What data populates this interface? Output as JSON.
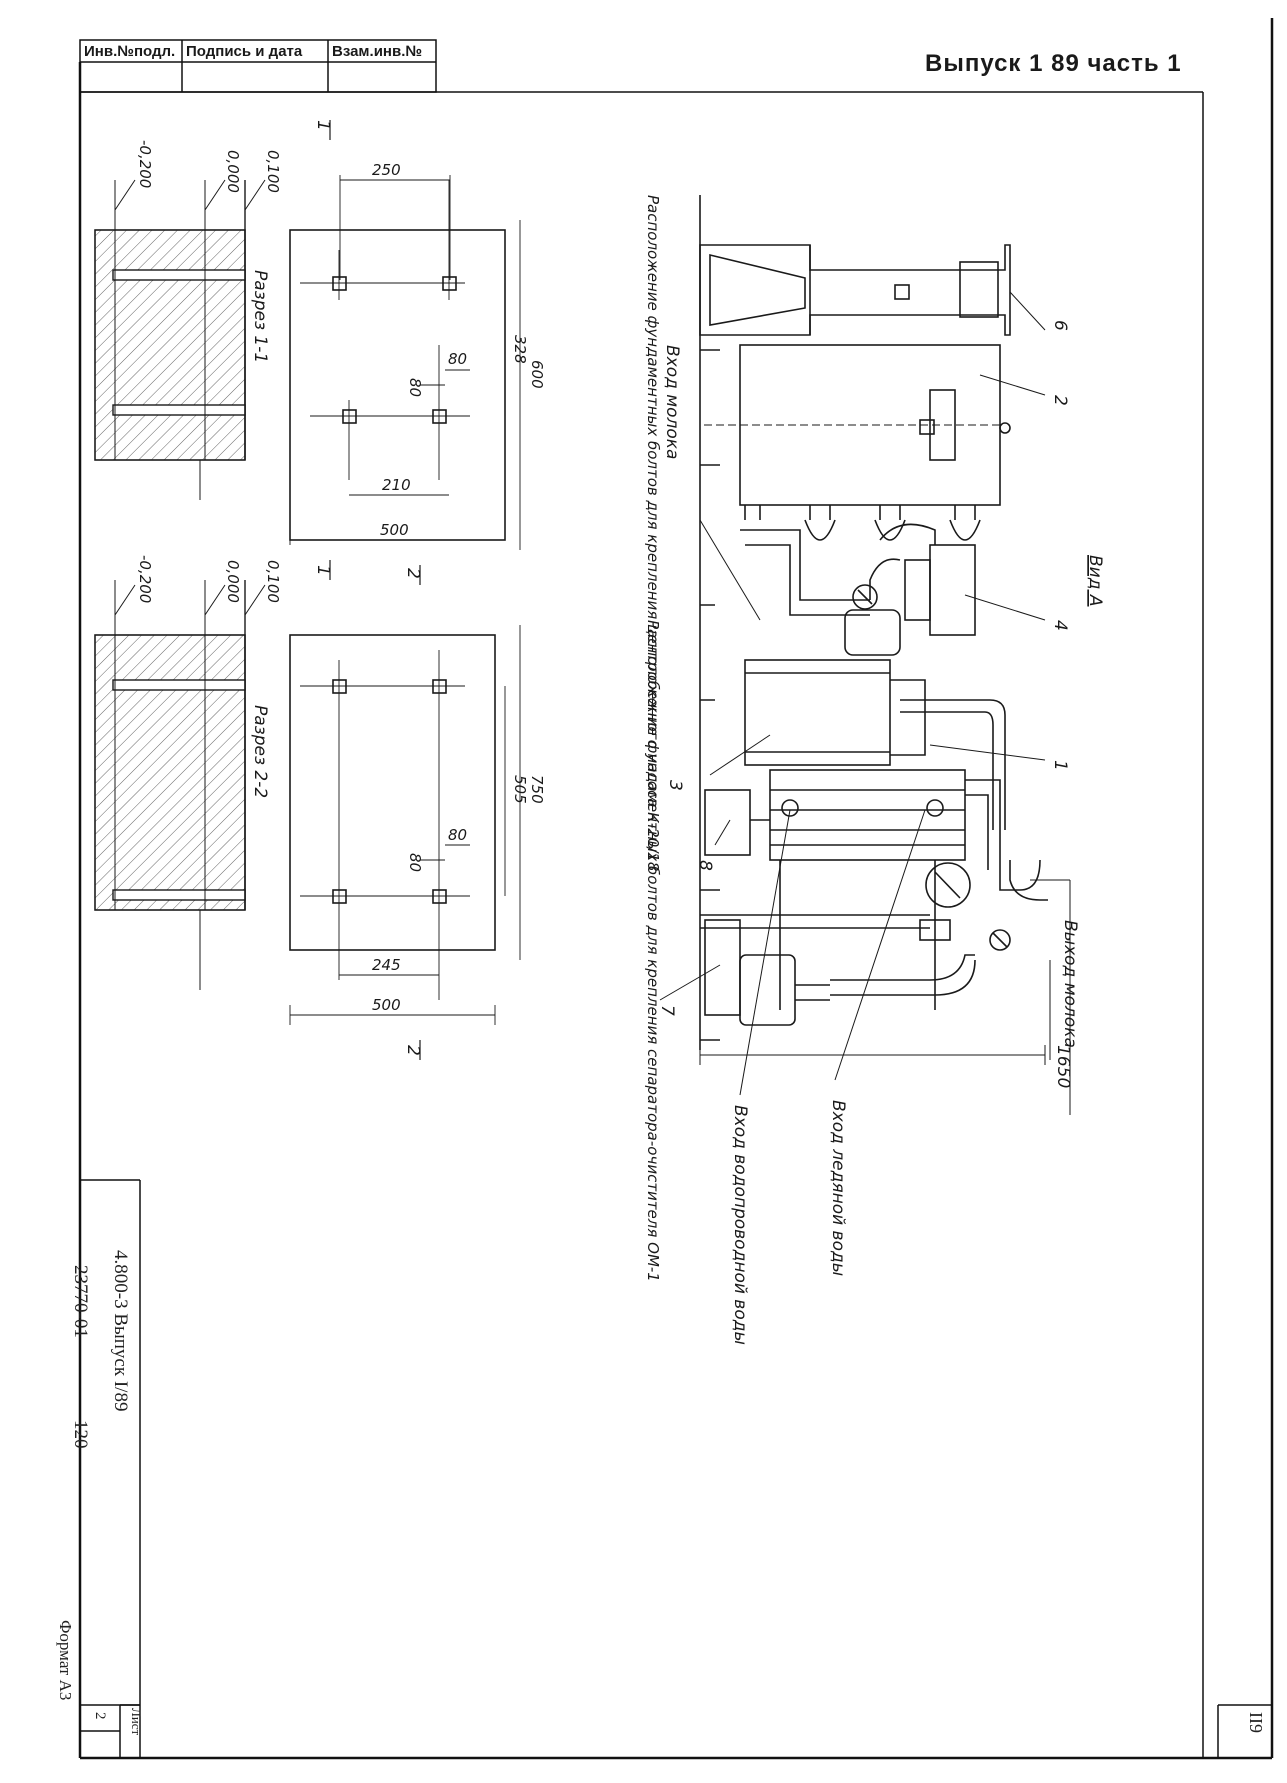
{
  "header": {
    "stamp_cells": [
      "Инв.№подл.",
      "Подпись и дата",
      "Взам.инв.№"
    ],
    "issue_text": "Выпуск 1 89 часть 1",
    "sheet_page": "II9"
  },
  "view": {
    "title": "Вид А",
    "callouts": [
      "1",
      "2",
      "3",
      "4",
      "6",
      "7",
      "8"
    ],
    "dim_overall": "1650"
  },
  "flows": {
    "milk_in": "Вход молока",
    "milk_out": "Выход молока",
    "ice_water_in": "Вход ледяной воды",
    "tap_water_in": "Вход водопроводной воды"
  },
  "plan1": {
    "caption": "Расположение фундаментных болтов для крепления центробежного насоса К-20/18",
    "dims": [
      "250",
      "600",
      "328",
      "80",
      "80",
      "210",
      "500"
    ],
    "section_marks": [
      "1",
      "1"
    ]
  },
  "plan2": {
    "caption": "Расположение фундаментных болтов для крепления сепаратора-очистителя ОМ-1",
    "dims": [
      "750",
      "505",
      "80",
      "80",
      "245",
      "500"
    ],
    "section_marks": [
      "2",
      "2"
    ]
  },
  "section1": {
    "title": "Разрез 1-1",
    "levels": [
      "0,100",
      "0,000",
      "-0,200"
    ]
  },
  "section2": {
    "title": "Разрез 2-2",
    "levels": [
      "0,100",
      "0,000",
      "-0,200"
    ]
  },
  "title_block": {
    "code": "4.800-3 Выпуск I/89",
    "number": "23770-01",
    "page": "120",
    "sheet_label": "Лист",
    "sheet_no": "2",
    "format": "Формат A3"
  }
}
